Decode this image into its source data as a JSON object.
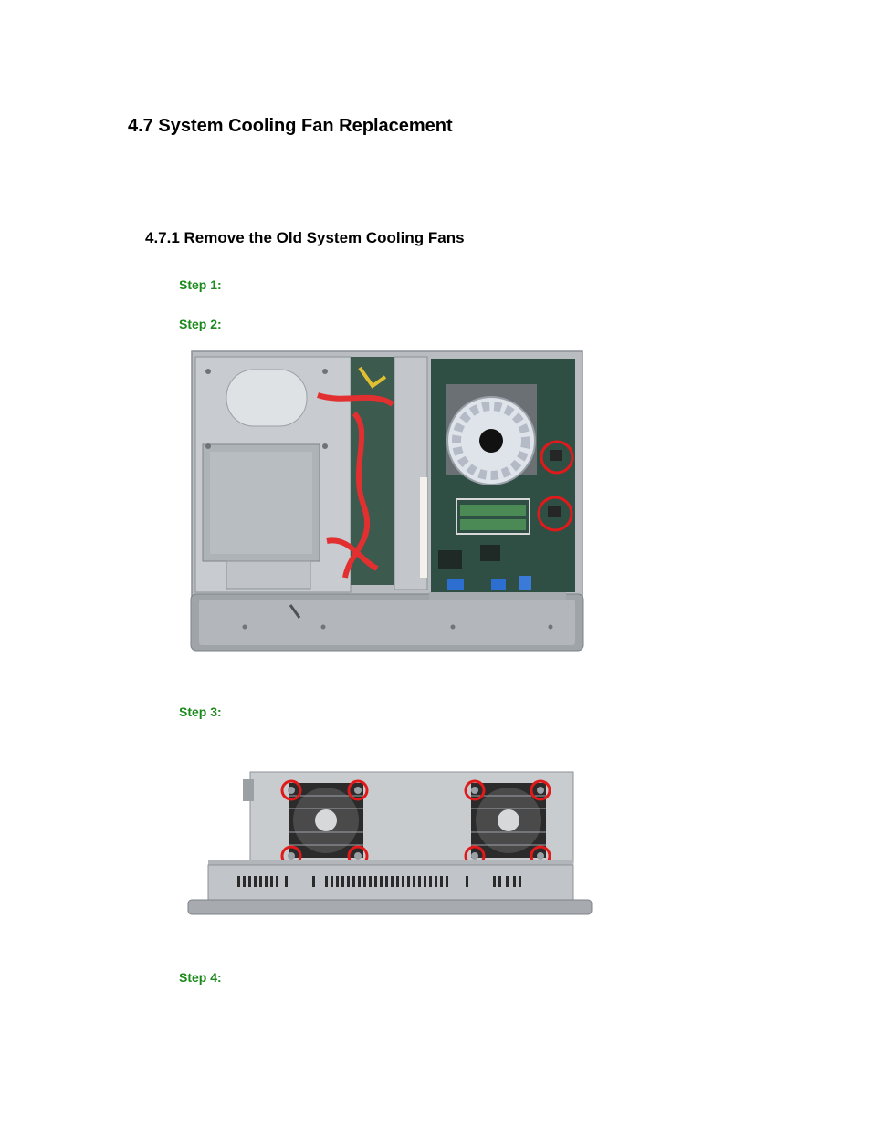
{
  "section": {
    "title": "4.7 System Cooling Fan Replacement"
  },
  "subsection": {
    "title": "4.7.1 Remove the Old System Cooling Fans"
  },
  "steps": [
    {
      "label": "Step 1:"
    },
    {
      "label": "Step 2:"
    },
    {
      "label": "Step 3:"
    },
    {
      "label": "Step 4:"
    }
  ],
  "colors": {
    "step_label": "#1a8a1a",
    "callout_circle": "#e01a1a",
    "chassis": "#c9cccf",
    "pcb": "#2f4f44"
  }
}
